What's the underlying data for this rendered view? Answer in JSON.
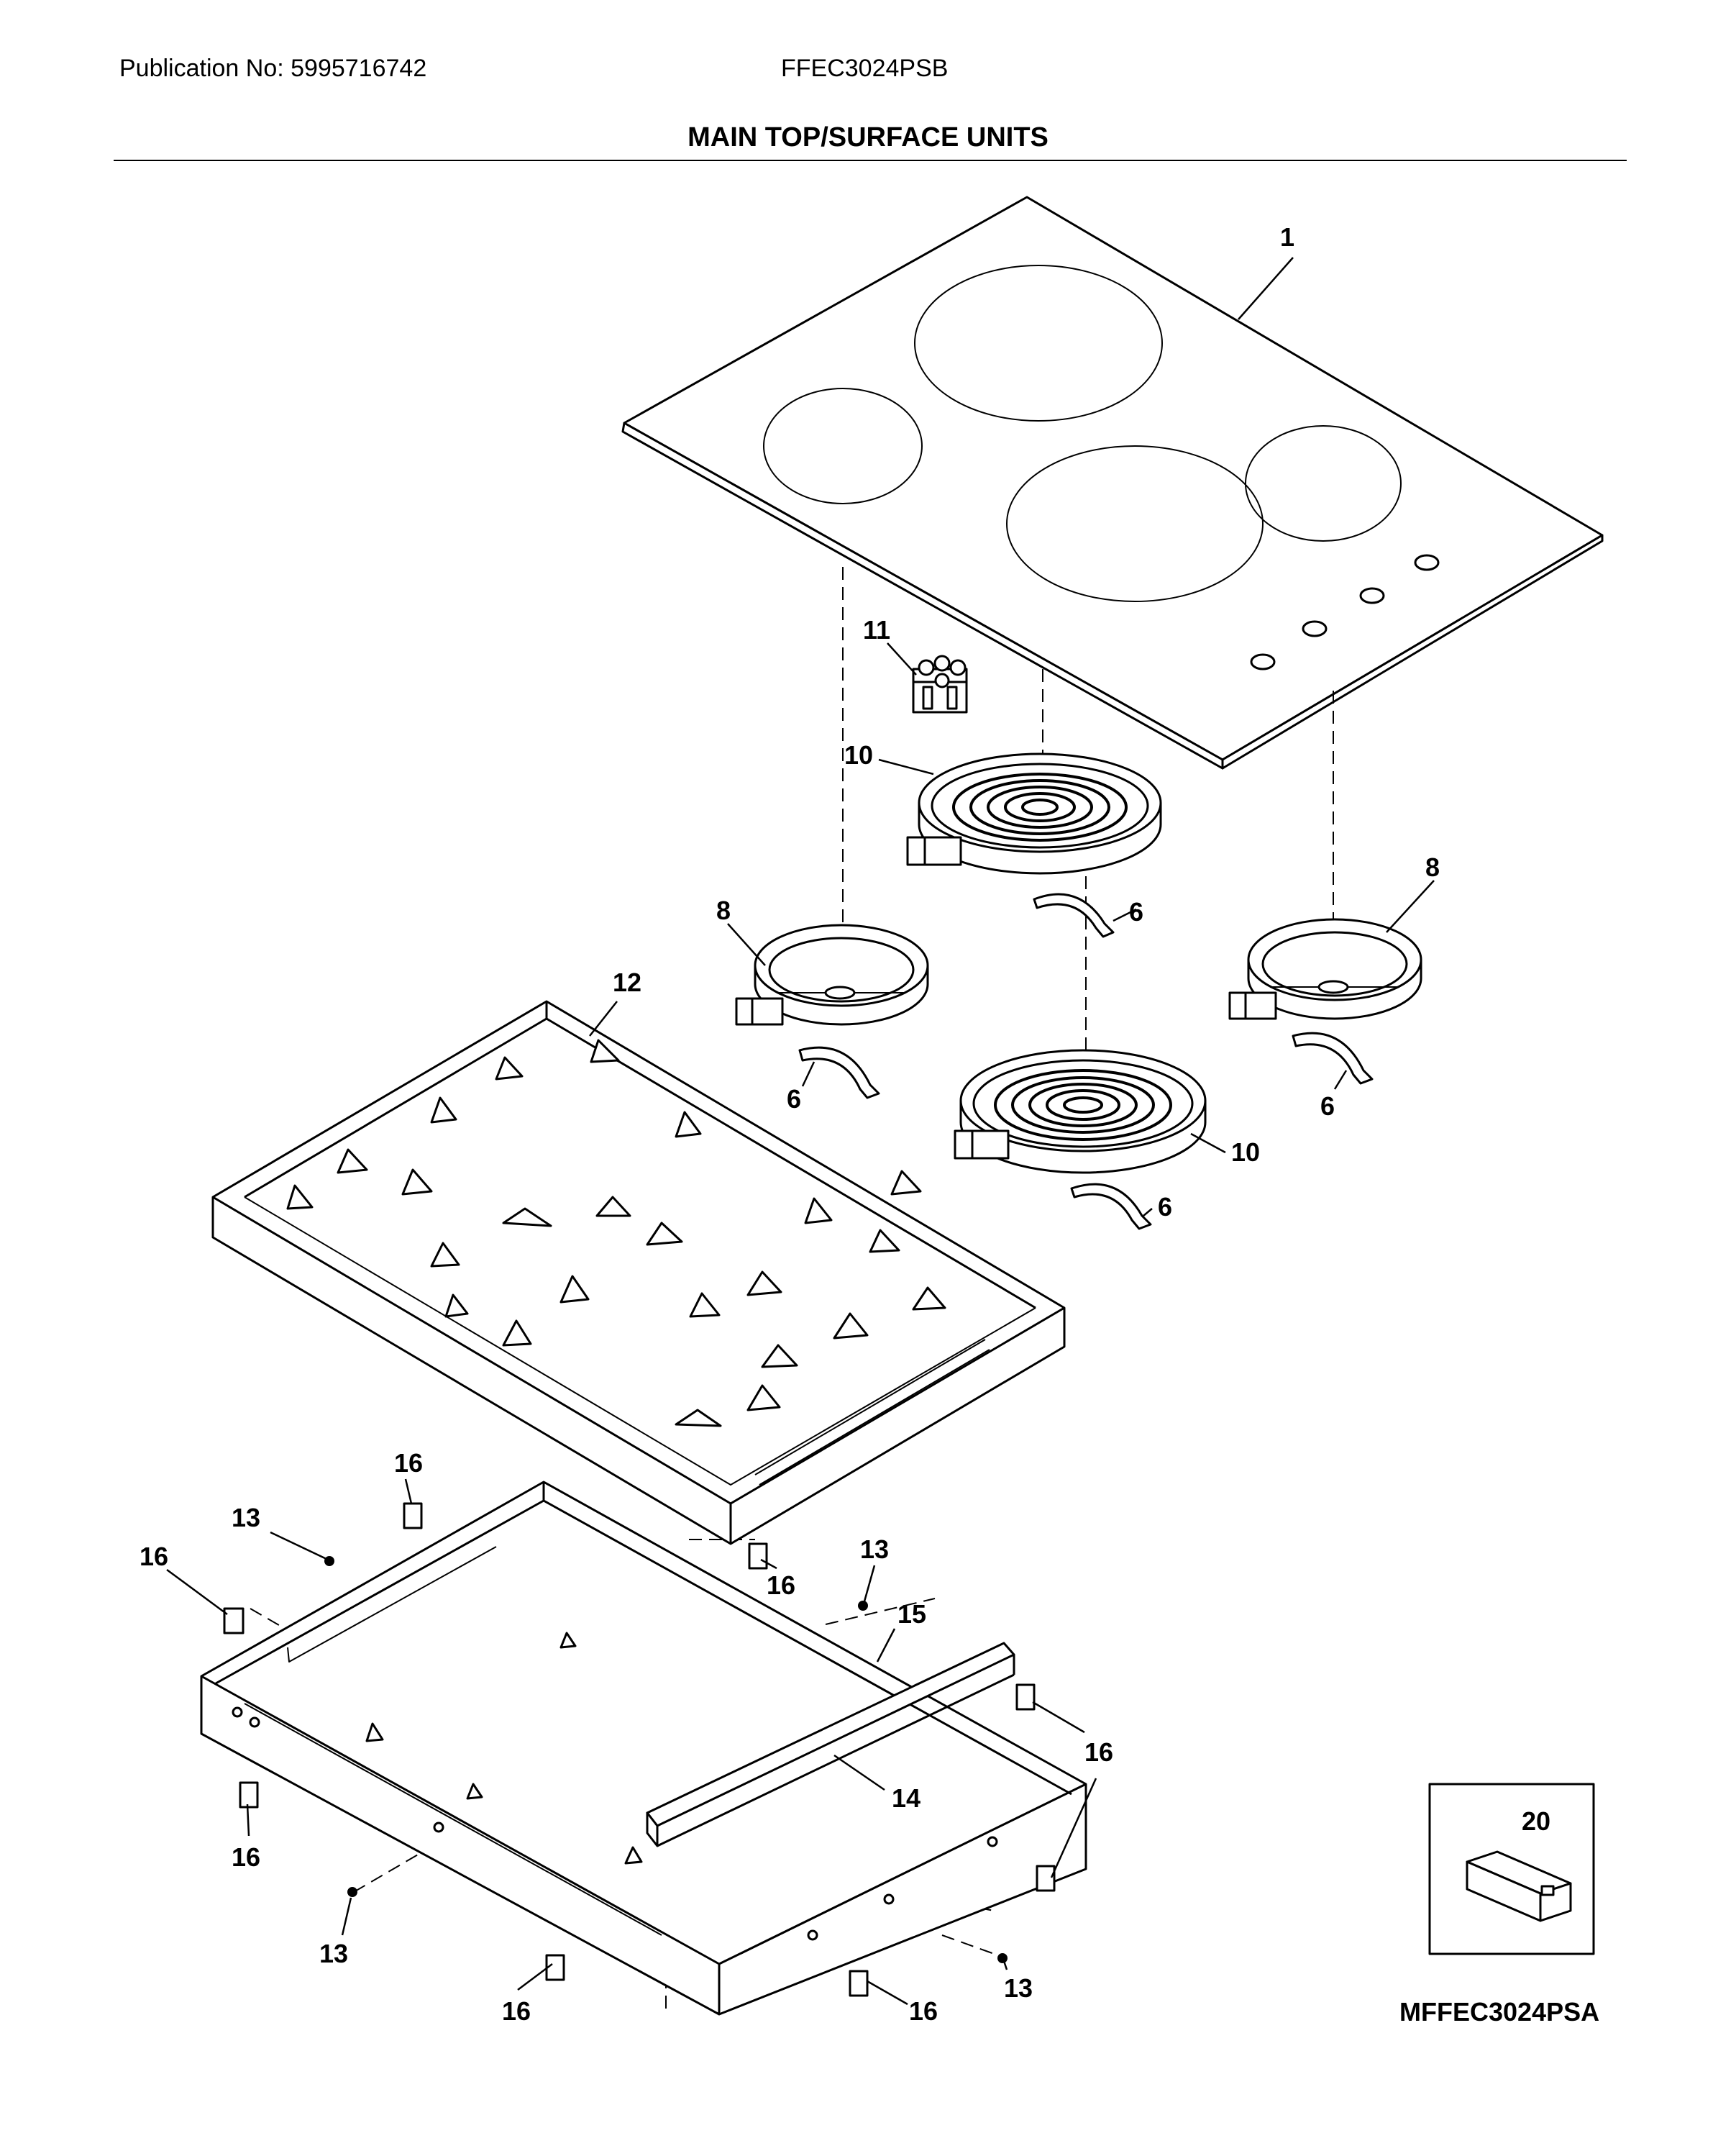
{
  "header": {
    "publication": "Publication No: 5995716742",
    "model": "FFEC3024PSB",
    "title": "MAIN TOP/SURFACE UNITS"
  },
  "callouts": {
    "c1": "1",
    "c11": "11",
    "c10a": "10",
    "c10b": "10",
    "c8a": "8",
    "c8b": "8",
    "c6a": "6",
    "c6b": "6",
    "c6c": "6",
    "c6d": "6",
    "c12": "12",
    "c13a": "13",
    "c13b": "13",
    "c13c": "13",
    "c13d": "13",
    "c16a": "16",
    "c16b": "16",
    "c16c": "16",
    "c16d": "16",
    "c16e": "16",
    "c16f": "16",
    "c16g": "16",
    "c15": "15",
    "c14": "14",
    "c20": "20"
  },
  "footer": {
    "diagram_code": "MFFEC3024PSA"
  }
}
